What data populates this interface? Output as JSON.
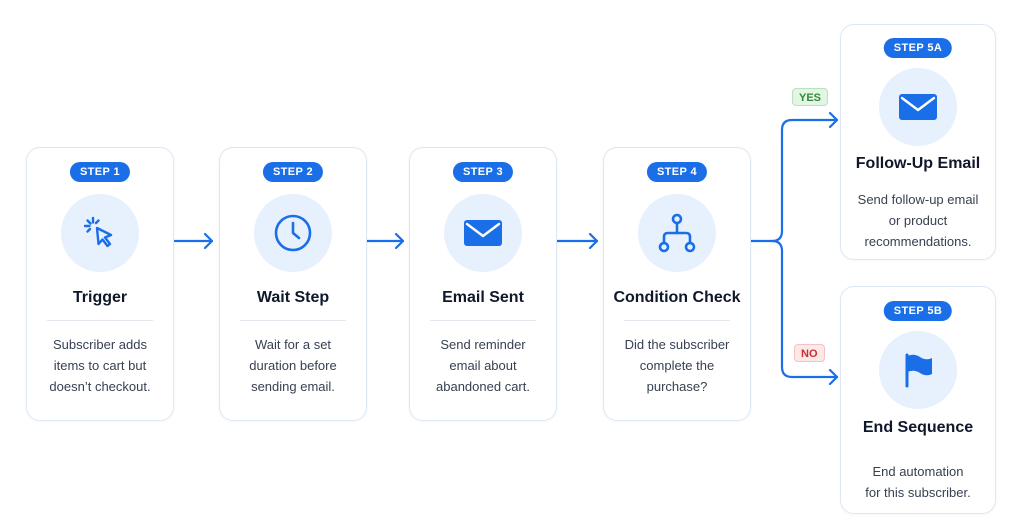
{
  "colors": {
    "accent": "#1a6fe8",
    "icon_bg": "#e7f0fd",
    "yes": "#2f8a3a",
    "no": "#c53030"
  },
  "steps": [
    {
      "badge": "STEP 1",
      "icon": "cursor-click-icon",
      "title": "Trigger",
      "desc": [
        "Subscriber adds",
        "items to cart but",
        "doesn’t checkout."
      ]
    },
    {
      "badge": "STEP 2",
      "icon": "clock-icon",
      "title": "Wait Step",
      "desc": [
        "Wait for a set",
        "duration before",
        "sending email."
      ]
    },
    {
      "badge": "STEP 3",
      "icon": "envelope-icon",
      "title": "Email Sent",
      "desc": [
        "Send reminder",
        "email about",
        "abandoned cart."
      ]
    },
    {
      "badge": "STEP 4",
      "icon": "branch-icon",
      "title": "Condition Check",
      "desc": [
        "Did the subscriber",
        "complete the",
        "purchase?"
      ]
    },
    {
      "badge": "STEP 5A",
      "icon": "envelope-icon",
      "title": "Follow-Up Email",
      "desc": [
        "Send follow-up email",
        "or product",
        "recommendations."
      ]
    },
    {
      "badge": "STEP 5B",
      "icon": "flag-icon",
      "title": "End Sequence",
      "desc": [
        "End automation",
        "for this subscriber."
      ]
    }
  ],
  "branches": {
    "yes": "YES",
    "no": "NO"
  }
}
